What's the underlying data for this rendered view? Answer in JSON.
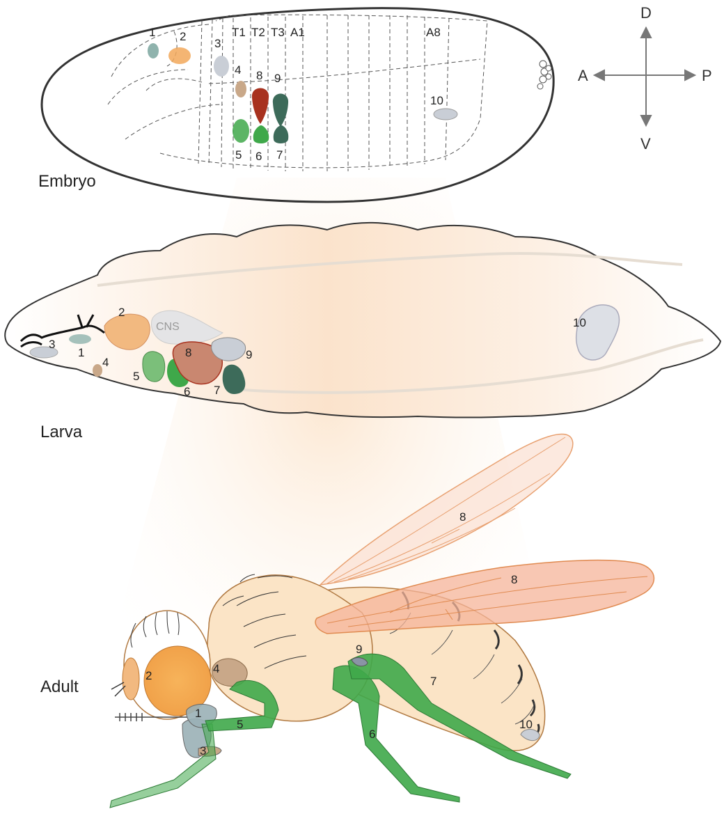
{
  "stages": {
    "embryo": "Embryo",
    "larva": "Larva",
    "adult": "Adult"
  },
  "axes": {
    "dorsal": "D",
    "ventral": "V",
    "anterior": "A",
    "posterior": "P"
  },
  "embryo_labels": {
    "n1": "1",
    "n2": "2",
    "n3": "3",
    "n4": "4",
    "n5": "5",
    "n6": "6",
    "n7": "7",
    "n8": "8",
    "n9": "9",
    "n10": "10",
    "t1": "T1",
    "t2": "T2",
    "t3": "T3",
    "a1": "A1",
    "a8": "A8"
  },
  "larva_labels": {
    "n1": "1",
    "n2": "2",
    "n3": "3",
    "n4": "4",
    "n5": "5",
    "n6": "6",
    "n7": "7",
    "n8": "8",
    "n9": "9",
    "n10": "10",
    "cns": "CNS"
  },
  "adult_labels": {
    "n1": "1",
    "n2": "2",
    "n3": "3",
    "n4": "4",
    "n5": "5",
    "n6": "6",
    "n7": "7",
    "n8a": "8",
    "n8b": "8",
    "n9": "9",
    "n10": "10"
  },
  "colors": {
    "outline": "#333333",
    "orange": "#f2a85a",
    "teal": "#8fb3ad",
    "tan": "#c9a889",
    "green": "#3fa84a",
    "light_green": "#7bbf7a",
    "dark_green": "#3d6b5a",
    "red": "#a8321f",
    "grey_blue": "#b8bfca",
    "wing": "#f5b49a",
    "body": "#fbe4c6"
  }
}
